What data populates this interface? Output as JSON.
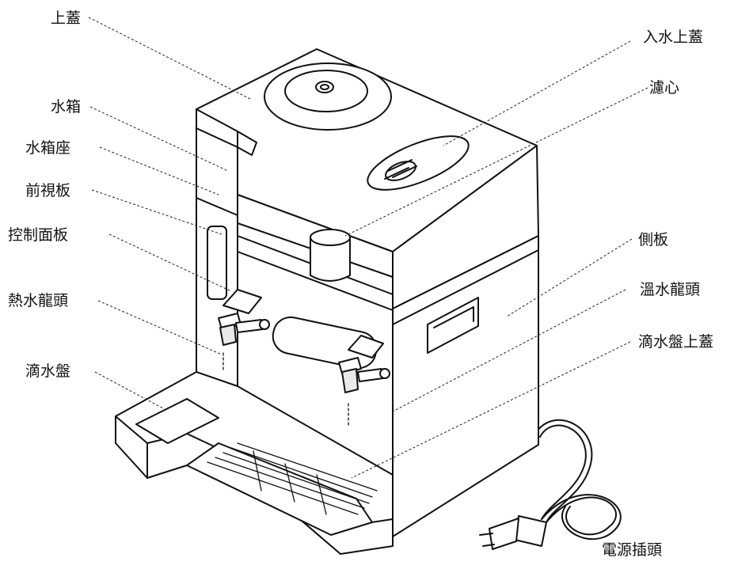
{
  "labels": {
    "top_cover": "上蓋",
    "water_tank": "水箱",
    "tank_base": "水箱座",
    "front_panel": "前視板",
    "control_panel": "控制面板",
    "hot_tap": "熱水龍頭",
    "drip_tray": "滴水盤",
    "inlet_cover": "入水上蓋",
    "filter": "濾心",
    "side_panel": "側板",
    "warm_tap": "溫水龍頭",
    "drip_tray_cover": "滴水盤上蓋",
    "power_plug": "電源插頭"
  }
}
